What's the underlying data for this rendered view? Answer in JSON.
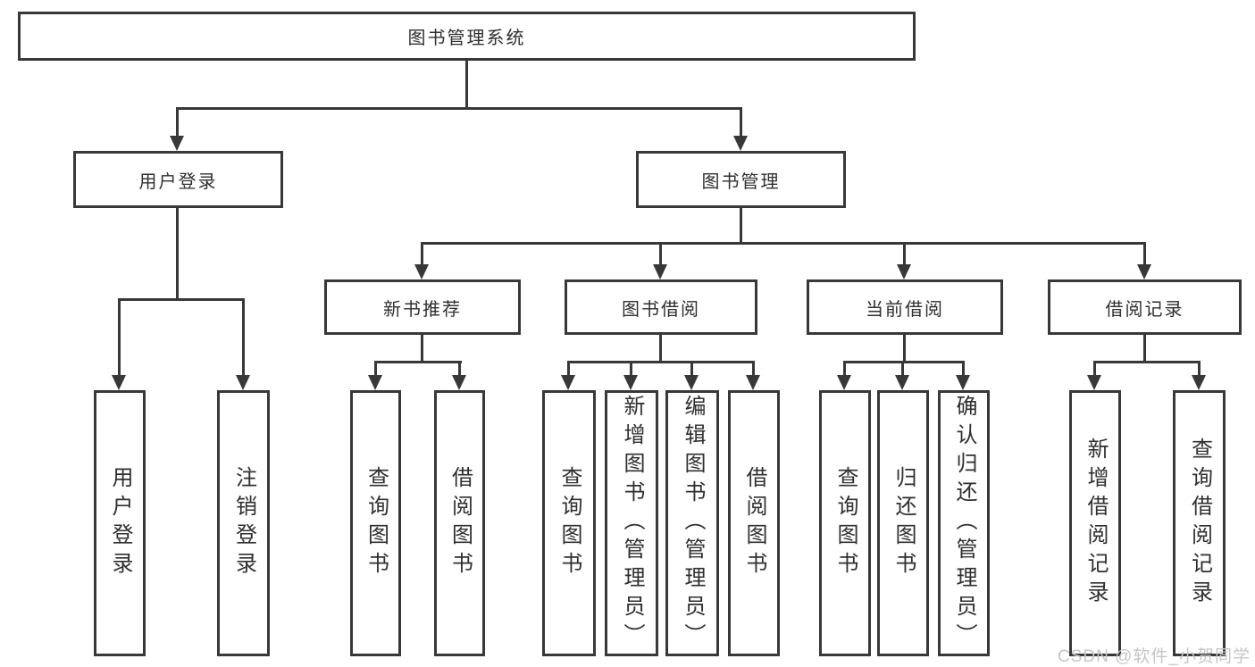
{
  "tree": {
    "root": {
      "label": "图书管理系统"
    },
    "branches": [
      {
        "label": "用户登录",
        "children": [
          {
            "label": "用户登录"
          },
          {
            "label": "注销登录"
          }
        ]
      },
      {
        "label": "图书管理",
        "children": [
          {
            "label": "新书推荐",
            "children": [
              {
                "label": "查询图书"
              },
              {
                "label": "借阅图书"
              }
            ]
          },
          {
            "label": "图书借阅",
            "children": [
              {
                "label": "查询图书"
              },
              {
                "label": "新增图书（管理员）"
              },
              {
                "label": "编辑图书（管理员）"
              },
              {
                "label": "借阅图书"
              }
            ]
          },
          {
            "label": "当前借阅",
            "children": [
              {
                "label": "查询图书"
              },
              {
                "label": "归还图书"
              },
              {
                "label": "确认归还（管理员）"
              }
            ]
          },
          {
            "label": "借阅记录",
            "children": [
              {
                "label": "新增借阅记录"
              },
              {
                "label": "查询借阅记录"
              }
            ]
          }
        ]
      }
    ]
  },
  "watermark": {
    "text": "CSDN @软件_小贺同学"
  },
  "colors": {
    "line": "#383838",
    "text": "#2f2f2f",
    "watermark": "#c6c6c6",
    "background": "#ffffff"
  }
}
